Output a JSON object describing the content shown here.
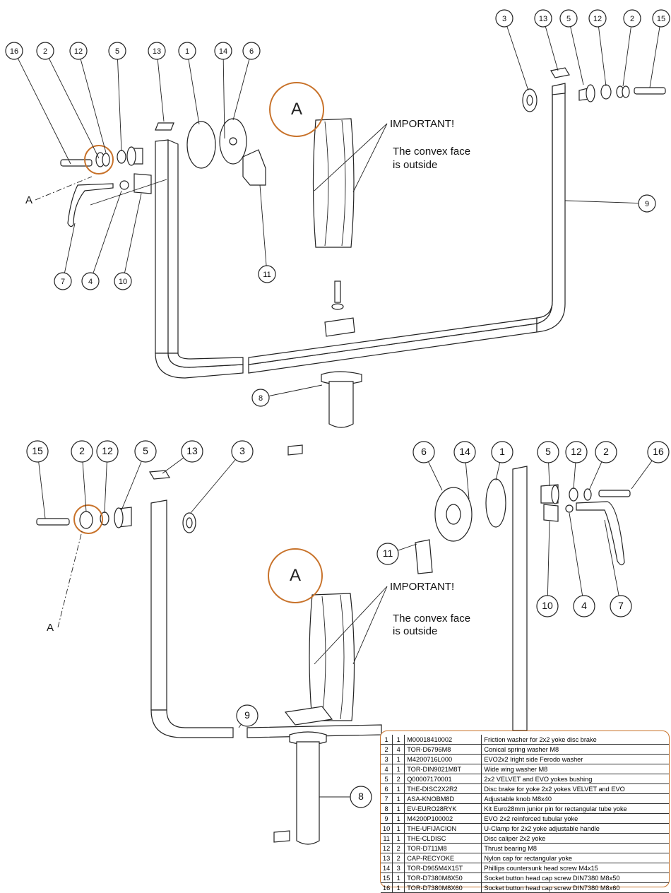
{
  "note": {
    "line1": "IMPORTANT!",
    "line2": "The convex face",
    "line3": "is outside"
  },
  "detail_label": "A",
  "detail_ref": "A",
  "top_left_callouts": [
    "16",
    "2",
    "12",
    "5",
    "13",
    "1",
    "14",
    "6",
    "7",
    "4",
    "10",
    "11"
  ],
  "top_right_callouts": [
    "3",
    "13",
    "5",
    "12",
    "2",
    "15",
    "9",
    "8"
  ],
  "bottom_left_callouts": [
    "15",
    "2",
    "12",
    "5",
    "13",
    "3",
    "9",
    "8"
  ],
  "bottom_right_callouts": [
    "6",
    "14",
    "1",
    "5",
    "12",
    "2",
    "16",
    "11",
    "10",
    "4",
    "7"
  ],
  "colors": {
    "highlight": "#c8722a",
    "line": "#222222"
  },
  "bom": [
    [
      "1",
      "1",
      "M00018410002",
      "Friction washer for 2x2 yoke disc brake"
    ],
    [
      "2",
      "4",
      "TOR-D6796M8",
      "Conical spring washer M8"
    ],
    [
      "3",
      "1",
      "M4200716L000",
      "EVO2x2 lright side Ferodo washer"
    ],
    [
      "4",
      "1",
      "TOR-DIN9021M8T",
      "Wide wing washer M8"
    ],
    [
      "5",
      "2",
      "Q00007170001",
      "2x2 VELVET and EVO yokes bushing"
    ],
    [
      "6",
      "1",
      "THE-DISC2X2R2",
      "Disc brake for yoke 2x2 yokes VELVET and EVO"
    ],
    [
      "7",
      "1",
      "ASA-KNOBM8D",
      "Adjustable knob M8x40"
    ],
    [
      "8",
      "1",
      "EV-EURO28RYK",
      "Kit Euro28mm junior pin for rectangular tube yoke"
    ],
    [
      "9",
      "1",
      "M4200P100002",
      "EVO 2x2 reinforced tubular yoke"
    ],
    [
      "10",
      "1",
      "THE-UFIJACION",
      "U-Clamp for 2x2 yoke adjustable handle"
    ],
    [
      "11",
      "1",
      "THE-CLDISC",
      "Disc caliper 2x2 yoke"
    ],
    [
      "12",
      "2",
      "TOR-D711M8",
      "Thrust bearing M8"
    ],
    [
      "13",
      "2",
      "CAP-RECYOKE",
      "Nylon cap for rectangular yoke"
    ],
    [
      "14",
      "3",
      "TOR-D965M4X15T",
      "Phillips countersunk head screw M4x15"
    ],
    [
      "15",
      "1",
      "TOR-D7380M8X50",
      "Socket button head cap screw DIN7380 M8x50"
    ],
    [
      "16",
      "1",
      "TOR-D7380M8X60",
      "Socket button head cap screw DIN7380 M8x60"
    ]
  ]
}
